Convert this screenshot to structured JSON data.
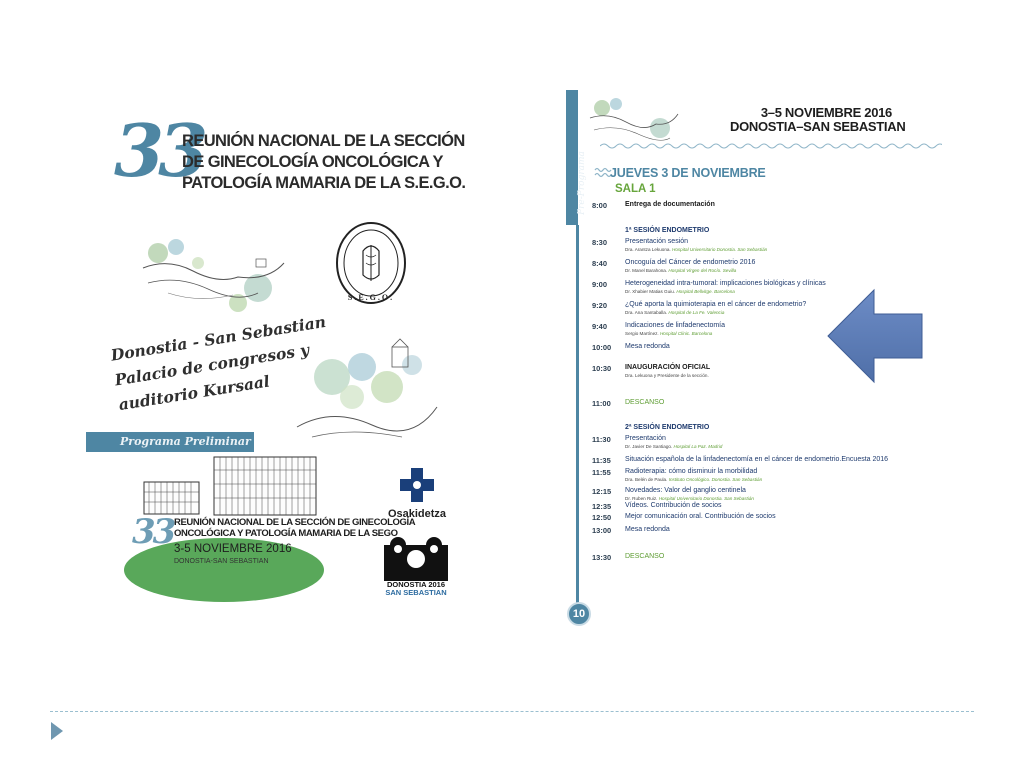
{
  "cover": {
    "number": "33",
    "title_lines": [
      "REUNIÓN NACIONAL DE LA SECCIÓN",
      "DE GINECOLOGÍA ONCOLÓGICA Y",
      "PATOLOGÍA MAMARIA DE LA S.E.G.O."
    ],
    "seal_text": "S.E.G.O.",
    "script_lines": [
      "Donostia - San Sebastian",
      "Palacio de congresos y",
      "auditorio Kursaal"
    ],
    "banner": "Programa Preliminar",
    "footer_number": "33",
    "footer_title_lines": [
      "REUNIÓN NACIONAL DE LA SECCIÓN DE GINECOLOGÍA",
      "ONCOLÓGICA Y PATOLOGÍA MAMARIA DE LA SEGO"
    ],
    "footer_date": "3-5 NOVIEMBRE 2016",
    "footer_city": "DONOSTIA-SAN SEBASTIAN",
    "osakidetza": "Osakidetza",
    "donostia_line1": "DONOSTIA 2016",
    "donostia_line2": "SAN SEBASTIAN"
  },
  "program": {
    "side_label": "Pre-Programa",
    "header_line1": "3–5 NOVIEMBRE 2016",
    "header_line2": "DONOSTIA–SAN SEBASTIAN",
    "day": "JUEVES 3 DE NOVIEMBRE",
    "room": "SALA 1",
    "page_number": "10",
    "items": [
      {
        "time": "8:00",
        "title": "Entrega de documentación",
        "speaker": "",
        "place": ""
      },
      {
        "time": "",
        "title": "1ª SESIÓN ENDOMETRIO",
        "speaker": "",
        "place": ""
      },
      {
        "time": "8:30",
        "title": "Presentación sesión",
        "speaker": "Dra. Arantza Lekuona.",
        "place": "Hospital Universitario Donostia. San Sebastián"
      },
      {
        "time": "8:40",
        "title": "Oncoguía del Cáncer de endometrio 2016",
        "speaker": "Dr. Manel Barahona.",
        "place": "Hospital Virgen del Rocío. Sevilla"
      },
      {
        "time": "9:00",
        "title": "Heterogeneidad intra-tumoral: implicaciones biológicas y clínicas",
        "speaker": "Dr. Xhabier Matias Guiu.",
        "place": "Hospital Bellvitge. Barcelona"
      },
      {
        "time": "9:20",
        "title": "¿Qué aporta la quimioterapia en el cáncer de endometrio?",
        "speaker": "Dra. Ana Santaballa.",
        "place": "Hospital de La Fe. Valencia"
      },
      {
        "time": "9:40",
        "title": "Indicaciones de linfadenectomía",
        "speaker": "Sergio Martínez.",
        "place": "Hospital Clinic. Barcelona"
      },
      {
        "time": "10:00",
        "title": "Mesa redonda",
        "speaker": "",
        "place": ""
      },
      {
        "time": "10:30",
        "title": "INAUGURACIÓN OFICIAL",
        "speaker": "Dra. Lekuona y Presidente de la sección.",
        "place": ""
      },
      {
        "time": "11:00",
        "title": "DESCANSO",
        "speaker": "",
        "place": ""
      },
      {
        "time": "",
        "title": "2ª SESIÓN ENDOMETRIO",
        "speaker": "",
        "place": ""
      },
      {
        "time": "11:30",
        "title": "Presentación",
        "speaker": "Dr. Javier De Santiago.",
        "place": "Hospital La Paz. Madrid"
      },
      {
        "time": "11:35",
        "title": "Situación española de la linfadenectomía en el cáncer de endometrio.Encuesta 2016",
        "speaker": "",
        "place": ""
      },
      {
        "time": "11:55",
        "title": "Radioterapia: cómo disminuir la morbilidad",
        "speaker": "Dra. Belén de Paula.",
        "place": "Instituto Oncológico. Donostia. San Sebastián"
      },
      {
        "time": "12:15",
        "title": "Novedades: Valor del ganglio centinela",
        "speaker": "Dr. Ruben Ruiz.",
        "place": "Hospital Universitario Donostia. San Sebastián"
      },
      {
        "time": "12:35",
        "title": "Vídeos. Contribución de socios",
        "speaker": "",
        "place": ""
      },
      {
        "time": "12:50",
        "title": "Mejor comunicación oral. Contribución de socios",
        "speaker": "",
        "place": ""
      },
      {
        "time": "13:00",
        "title": "Mesa redonda",
        "speaker": "",
        "place": ""
      },
      {
        "time": "13:30",
        "title": "DESCANSO",
        "speaker": "",
        "place": ""
      }
    ]
  },
  "colors": {
    "accent": "#4e86a3",
    "green": "#67a53c",
    "navy": "#1f3b6e",
    "arrow": "#5f7fb8"
  }
}
